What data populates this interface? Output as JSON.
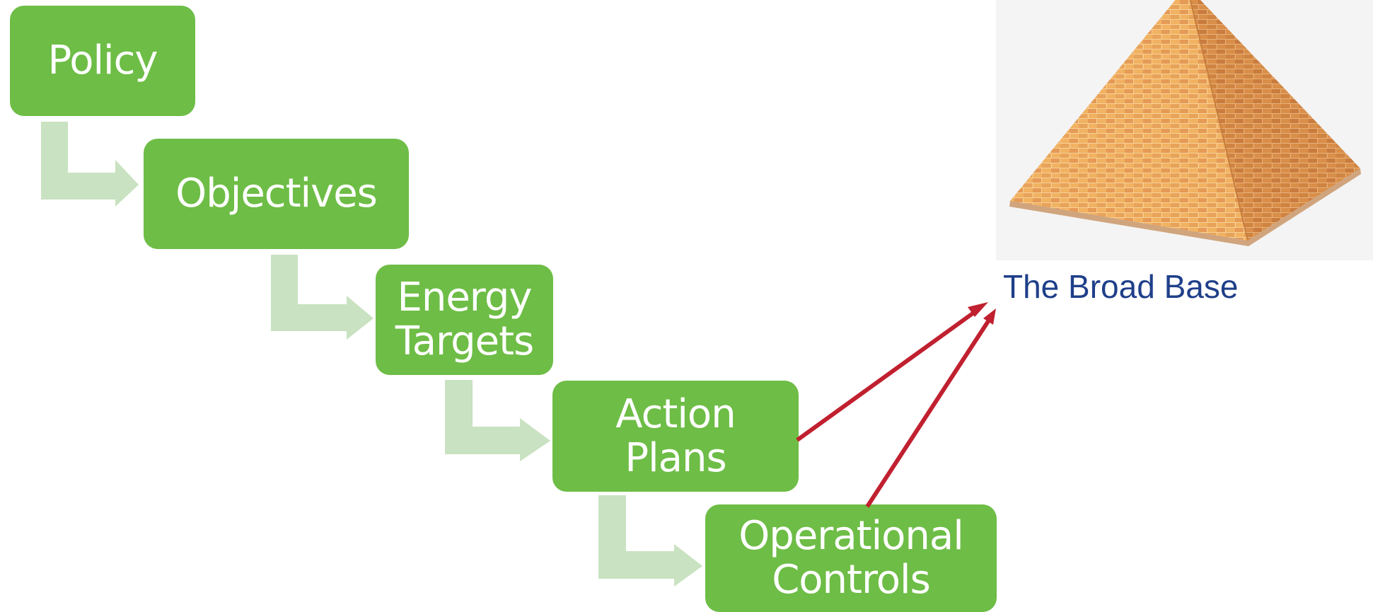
{
  "colors": {
    "box_fill": "#6ebd46",
    "box_text": "#ffffff",
    "connector": "#c9e2c1",
    "arrow": "#c0202f",
    "caption": "#1f3f8a"
  },
  "steps": [
    {
      "lines": [
        "Policy"
      ]
    },
    {
      "lines": [
        "Objectives"
      ]
    },
    {
      "lines": [
        "Energy",
        "Targets"
      ]
    },
    {
      "lines": [
        "Action",
        "Plans"
      ]
    },
    {
      "lines": [
        "Operational",
        "Controls"
      ]
    }
  ],
  "pyramid": {
    "icon": "pyramid-icon",
    "caption": "The Broad Base"
  }
}
